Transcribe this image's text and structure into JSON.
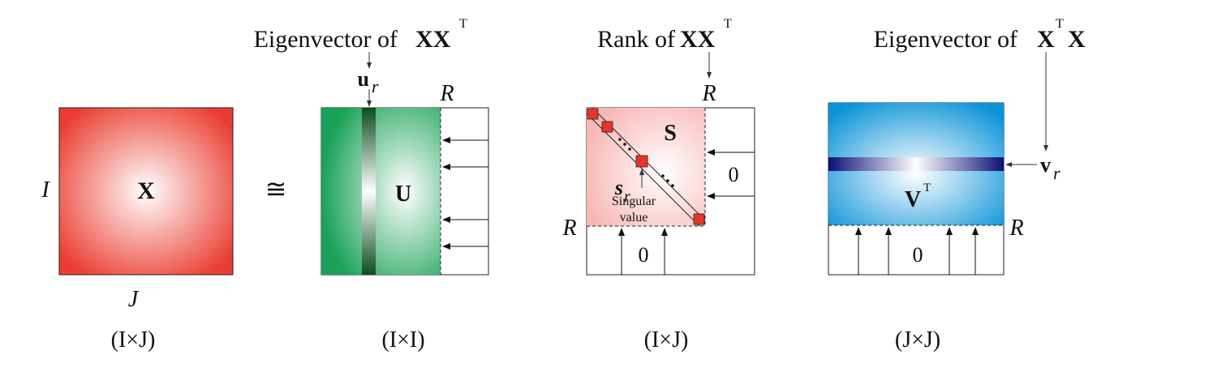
{
  "colors": {
    "matrix_x_edge": "#ea3d31",
    "matrix_u_edge": "#1aa258",
    "u_column": "#0c4d1d",
    "matrix_s_fill": "#f7b8b5",
    "diag_square": "#e8352b",
    "matrix_vt_edge": "#0a93d8",
    "v_row": "#0d0f78"
  },
  "matrix_x": {
    "label": "X",
    "row_dim": "I",
    "col_dim": "J",
    "size": "(I×J)"
  },
  "approx_symbol": "≅",
  "matrix_u": {
    "title_text": "Eigenvector of",
    "title_matrix": "XX",
    "title_sup": "T",
    "vector": "u",
    "vector_sub": "r",
    "rank": "R",
    "label": "U",
    "size": "(I×I)"
  },
  "matrix_s": {
    "title_text": "Rank of",
    "title_matrix": "XX",
    "title_sup": "T",
    "rank_top": "R",
    "rank_left": "R",
    "label": "S",
    "elem": "s",
    "elem_sub": "r",
    "note_line1": "Singular",
    "note_line2": "value",
    "zero_right": "0",
    "zero_bottom": "0",
    "size": "(I×J)"
  },
  "matrix_vt": {
    "title_text": "Eigenvector of",
    "title_m1": "X",
    "title_sup": "T",
    "title_m2": "X",
    "vector": "v",
    "vector_sub": "r",
    "label": "V",
    "label_sup": "T",
    "rank": "R",
    "zero": "0",
    "size": "(J×J)"
  }
}
